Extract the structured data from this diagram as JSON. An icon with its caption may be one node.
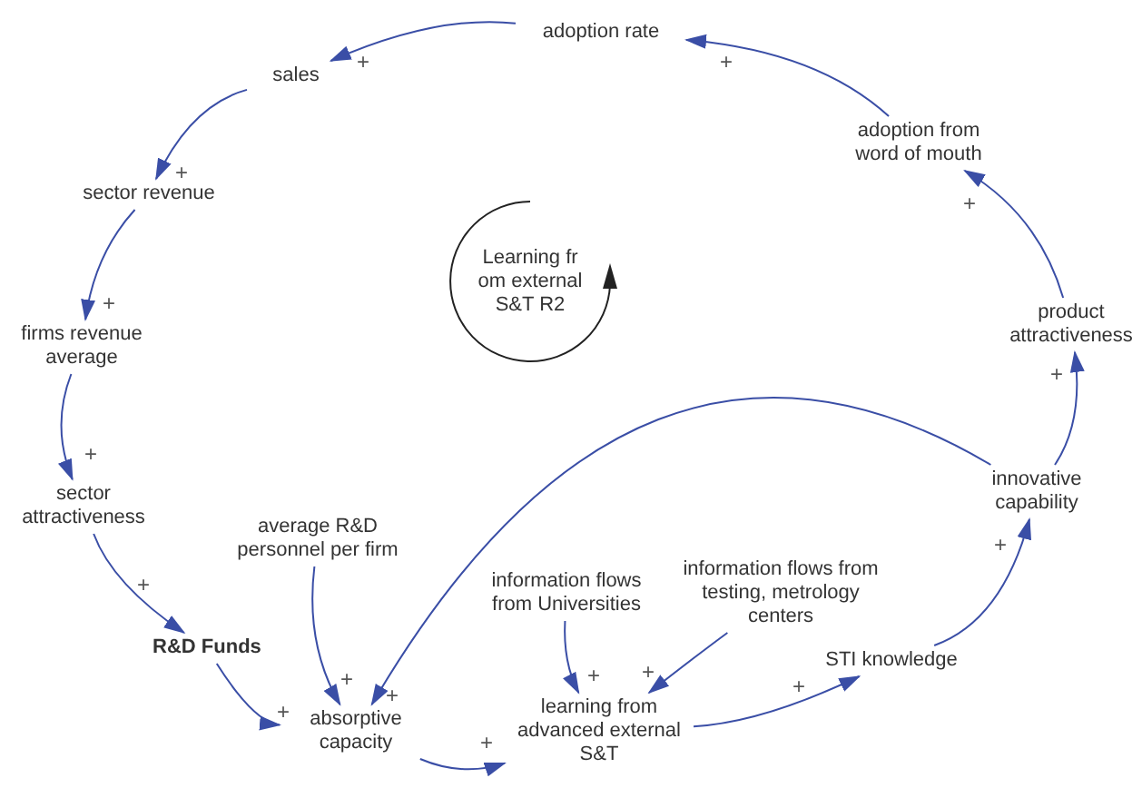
{
  "diagram": {
    "nodes": [
      {
        "text": [
          "adoption rate"
        ]
      },
      {
        "text": [
          "sales"
        ]
      },
      {
        "text": [
          "sector revenue"
        ]
      },
      {
        "text": [
          "firms revenue average"
        ]
      },
      {
        "text": [
          "sector attractiveness"
        ]
      },
      {
        "text": [
          "R&D Funds"
        ]
      },
      {
        "text": [
          "average R&D personnel per firm"
        ]
      },
      {
        "text": [
          "absorptive capacity"
        ]
      },
      {
        "text": [
          "information flows from Universities"
        ]
      },
      {
        "text": [
          "information flows from testing, metrology centers"
        ]
      },
      {
        "text": [
          "learning from advanced external S&T"
        ]
      },
      {
        "text": [
          "STI knowledge"
        ]
      },
      {
        "text": [
          "innovative capability"
        ]
      },
      {
        "text": [
          "product attractiveness"
        ]
      },
      {
        "text": [
          "adoption from word of mouth"
        ]
      },
      {
        "text": [
          "Learning fr om external S&T R2"
        ]
      }
    ],
    "edges": [
      {
        "from": 0,
        "to": 1,
        "arrow": "to",
        "label": "+"
      },
      {
        "from": 1,
        "to": 2,
        "arrow": "to",
        "label": "+"
      },
      {
        "from": 2,
        "to": 3,
        "arrow": "to",
        "label": "+"
      },
      {
        "from": 3,
        "to": 4,
        "arrow": "to",
        "label": "+"
      },
      {
        "from": 4,
        "to": 5,
        "arrow": "to",
        "label": "+"
      },
      {
        "from": 5,
        "to": 7,
        "arrow": "to",
        "label": "+"
      },
      {
        "from": 6,
        "to": 7,
        "arrow": "to",
        "label": "+"
      },
      {
        "from": 12,
        "to": 7,
        "arrow": "to",
        "label": "+"
      },
      {
        "from": 7,
        "to": 10,
        "arrow": "to",
        "label": "+"
      },
      {
        "from": 8,
        "to": 10,
        "arrow": "to",
        "label": "+"
      },
      {
        "from": 9,
        "to": 10,
        "arrow": "to",
        "label": "+"
      },
      {
        "from": 10,
        "to": 11,
        "arrow": "to",
        "label": "+"
      },
      {
        "from": 11,
        "to": 12,
        "arrow": "to",
        "label": "+"
      },
      {
        "from": 12,
        "to": 13,
        "arrow": "to",
        "label": "+"
      },
      {
        "from": 13,
        "to": 14,
        "arrow": "to",
        "label": "+"
      },
      {
        "from": 14,
        "to": 0,
        "arrow": "to",
        "label": "+"
      }
    ]
  }
}
